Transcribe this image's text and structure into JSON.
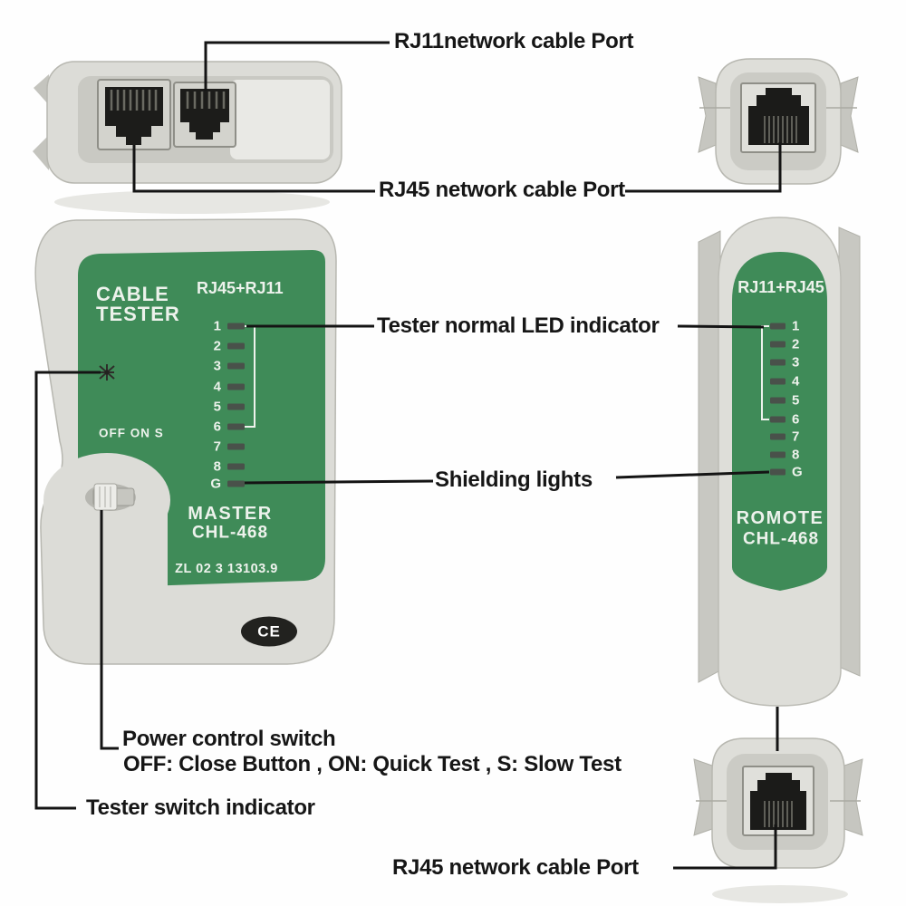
{
  "title": "Network cable tester annotated diagram",
  "colors": {
    "green_panel": "#3f8b58",
    "body_gray": "#dcdcd7",
    "recess_gray": "#c9c9c3",
    "port_black": "#1c1c1a",
    "led_dark": "#49514a",
    "panel_text": "#edf2ec",
    "callout_line": "#141414"
  },
  "callouts": {
    "rj11_top": "RJ11network cable Port",
    "rj45_top": "RJ45 network cable Port",
    "led_indicator": "Tester normal LED indicator",
    "shielding": "Shielding lights",
    "power_switch_title": "Power control switch",
    "power_switch_desc": "OFF: Close Button , ON: Quick Test , S: Slow Test",
    "switch_indicator": "Tester switch indicator",
    "rj45_bottom": "RJ45 network cable Port"
  },
  "master": {
    "brand_line1": "CABLE",
    "brand_line2": "TESTER",
    "port_type": "RJ45+RJ11",
    "switch_labels": "OFF ON S",
    "leds": [
      "1",
      "2",
      "3",
      "4",
      "5",
      "6",
      "7",
      "8",
      "G"
    ],
    "role": "MASTER",
    "model": "CHL-468",
    "serial": "ZL 02 3 13103.9",
    "ce_mark": "CE"
  },
  "remote": {
    "port_type": "RJ11+RJ45",
    "leds": [
      "1",
      "2",
      "3",
      "4",
      "5",
      "6",
      "7",
      "8",
      "G"
    ],
    "role": "ROMOTE",
    "model": "CHL-468"
  }
}
